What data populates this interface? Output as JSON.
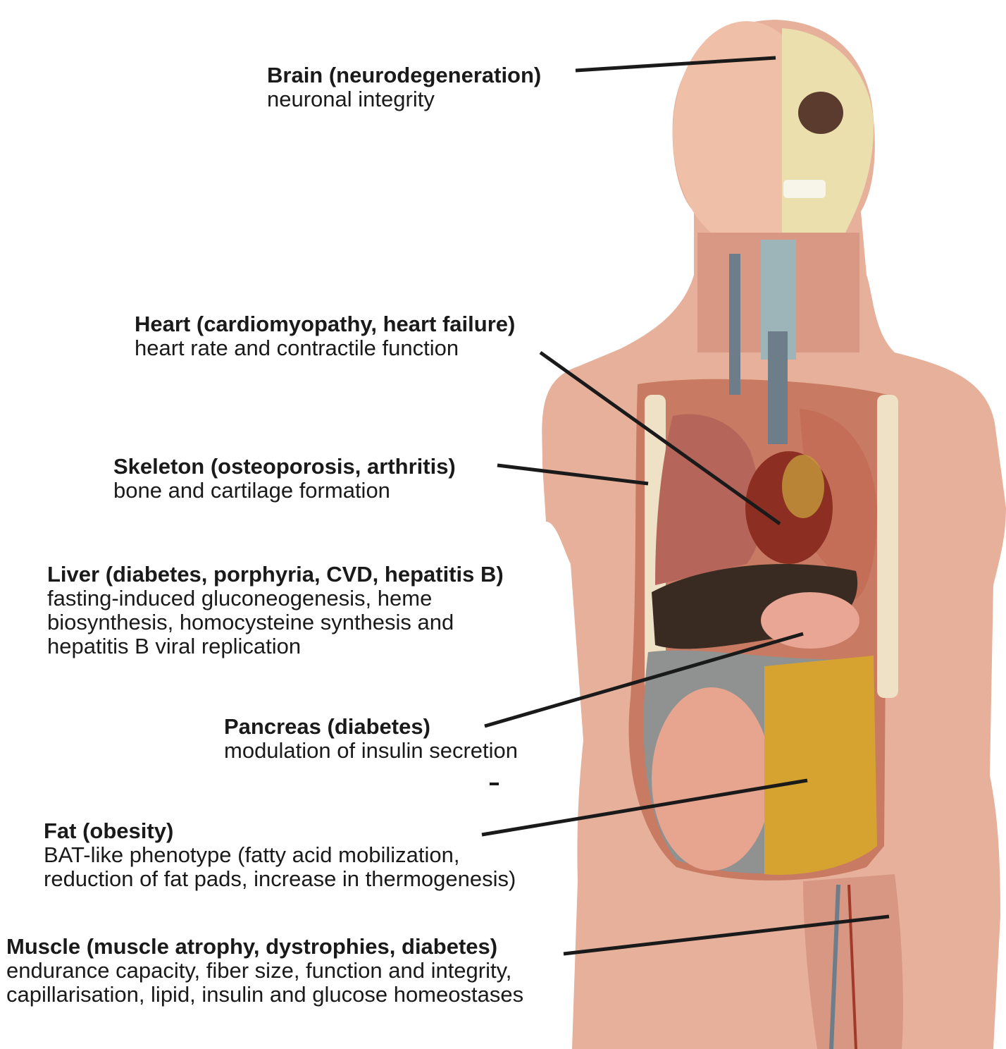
{
  "colors": {
    "leader_line": "#1a1a1a",
    "skin": "#e8b39a",
    "skull": "#ecdfb0",
    "lung": "#b5655a",
    "liver": "#3a2b22",
    "fat": "#d6a331",
    "intestine": "#e7a48f",
    "colon": "#8f9290",
    "vessel": "#6d7e8a"
  },
  "labels": [
    {
      "key": "brain",
      "title": "Brain (neurodegeneration)",
      "lines": [
        "neuronal integrity"
      ]
    },
    {
      "key": "heart",
      "title": "Heart (cardiomyopathy, heart failure)",
      "lines": [
        "heart rate and contractile function"
      ]
    },
    {
      "key": "skeleton",
      "title": "Skeleton (osteoporosis, arthritis)",
      "lines": [
        "bone and cartilage formation"
      ]
    },
    {
      "key": "liver",
      "title": "Liver (diabetes, porphyria, CVD, hepatitis B)",
      "lines": [
        "fasting-induced gluconeogenesis, heme",
        "biosynthesis, homocysteine synthesis and",
        "hepatitis B viral replication"
      ]
    },
    {
      "key": "pancreas",
      "title": "Pancreas (diabetes)",
      "lines": [
        "modulation of insulin secretion"
      ]
    },
    {
      "key": "fat",
      "title": "Fat (obesity)",
      "lines": [
        "BAT-like phenotype (fatty acid mobilization,",
        "reduction of fat pads, increase in thermogenesis)"
      ]
    },
    {
      "key": "muscle",
      "title": "Muscle (muscle atrophy, dystrophies, diabetes)",
      "lines": [
        "endurance capacity, fiber size, function and integrity,",
        "capillarisation, lipid, insulin and glucose homeostases"
      ]
    }
  ]
}
